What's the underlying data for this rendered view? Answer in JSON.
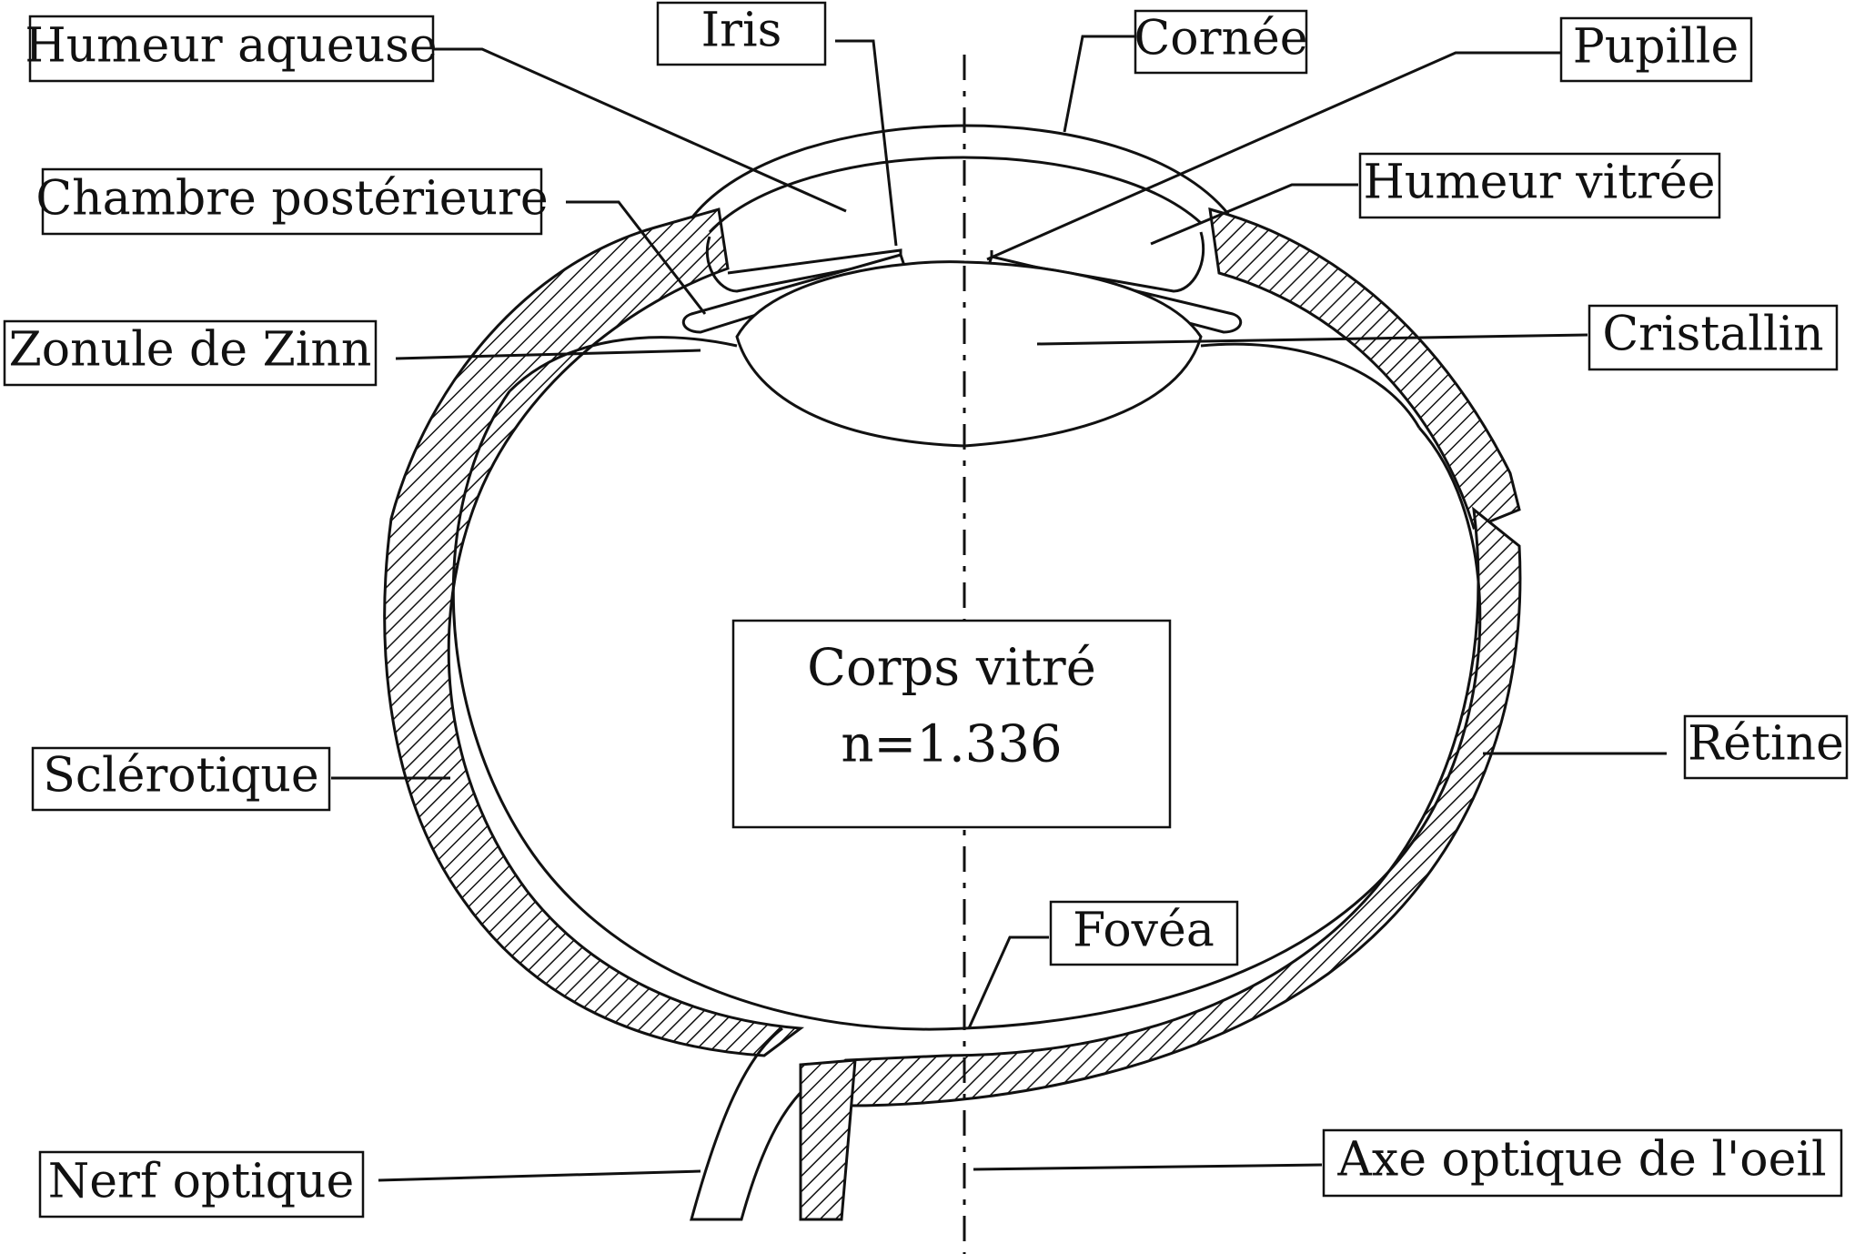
{
  "labels": {
    "humeur_aqueuse": "Humeur aqueuse",
    "iris": "Iris",
    "cornee": "Cornée",
    "pupille": "Pupille",
    "chambre_posterieure": "Chambre postérieure",
    "humeur_vitree": "Humeur vitrée",
    "zonule_de_zinn": "Zonule de Zinn",
    "cristallin": "Cristallin",
    "sclerotique": "Sclérotique",
    "retine": "Rétine",
    "fovea": "Fovéa",
    "nerf_optique": "Nerf optique",
    "axe_optique": "Axe optique de l'oeil"
  },
  "center_box": {
    "line1": "Corps vitré",
    "line2": "n=1.336"
  }
}
